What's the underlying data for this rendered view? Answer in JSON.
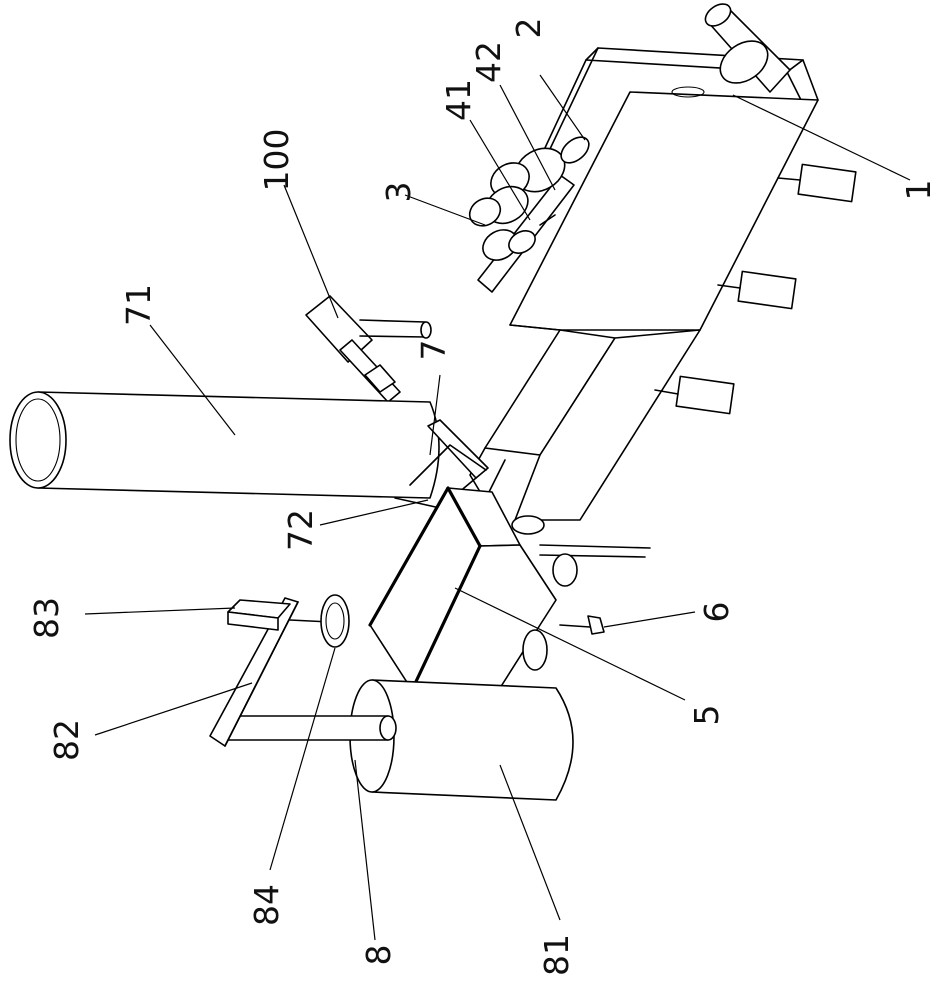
{
  "labels": {
    "l1": "1",
    "l2": "2",
    "l3": "3",
    "l41": "41",
    "l42": "42",
    "l100": "100",
    "l71": "71",
    "l7": "7",
    "l72": "72",
    "l5": "5",
    "l6": "6",
    "l83": "83",
    "l82": "82",
    "l84": "84",
    "l8": "8",
    "l81": "81"
  }
}
